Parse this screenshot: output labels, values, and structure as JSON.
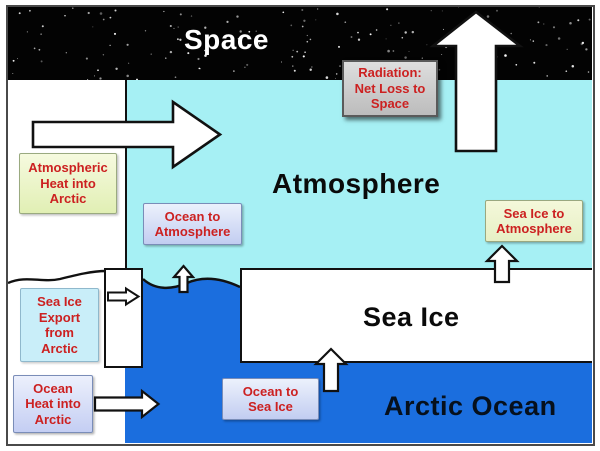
{
  "diagram": {
    "title": "Arctic heat budget diagram",
    "regions": {
      "space": "Space",
      "atmosphere": "Atmosphere",
      "sea_ice": "Sea Ice",
      "arctic_ocean": "Arctic Ocean"
    },
    "flows": {
      "atmospheric_heat": {
        "label": "Atmospheric\nHeat into\nArctic",
        "direction": "right"
      },
      "radiation": {
        "label": "Radiation:\nNet Loss to\nSpace",
        "direction": "up"
      },
      "ocean_to_atmosphere": {
        "label": "Ocean to\nAtmosphere",
        "direction": "up"
      },
      "sea_ice_to_atmosphere": {
        "label": "Sea Ice to\nAtmosphere",
        "direction": "up"
      },
      "sea_ice_export": {
        "label": "Sea Ice\nExport\nfrom\nArctic",
        "direction": "right"
      },
      "ocean_heat": {
        "label": "Ocean\nHeat into\nArctic",
        "direction": "right"
      },
      "ocean_to_sea_ice": {
        "label": "Ocean to\nSea Ice",
        "direction": "up"
      }
    },
    "colors": {
      "space": "#030303",
      "atmosphere": "#a6f0f4",
      "ocean": "#1b6ede",
      "sea_ice": "#ffffff",
      "flow_text": "#cc2121",
      "arrow_fill": "#ffffff",
      "arrow_outline": "#111111"
    }
  }
}
